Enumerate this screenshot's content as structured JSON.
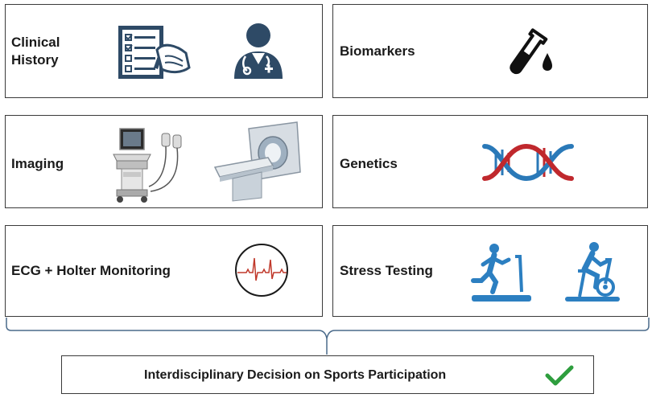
{
  "panels": {
    "clinical_history": {
      "label_line1": "Clinical",
      "label_line2": "History",
      "icons": [
        "checklist-writing-icon",
        "doctor-icon"
      ]
    },
    "biomarkers": {
      "label": "Biomarkers",
      "icons": [
        "test-tube-drop-icon"
      ]
    },
    "imaging": {
      "label": "Imaging",
      "icons": [
        "ultrasound-machine-icon",
        "mri-scanner-icon"
      ]
    },
    "genetics": {
      "label": "Genetics",
      "icons": [
        "dna-helix-icon"
      ]
    },
    "ecg": {
      "label": "ECG + Holter Monitoring",
      "icons": [
        "ecg-trace-icon"
      ]
    },
    "stress_testing": {
      "label": "Stress Testing",
      "icons": [
        "treadmill-runner-icon",
        "exercise-bike-icon"
      ]
    }
  },
  "decision": {
    "label": "Interdisciplinary Decision on Sports Participation",
    "icon": "checkmark-icon"
  },
  "colors": {
    "navy": "#2e4a66",
    "dna_red": "#c0282d",
    "dna_blue": "#2a79b8",
    "stress_blue": "#2c7fc1",
    "check_green": "#2e9e3e",
    "ecg_red": "#c0392b",
    "brace": "#4a6a8a"
  }
}
